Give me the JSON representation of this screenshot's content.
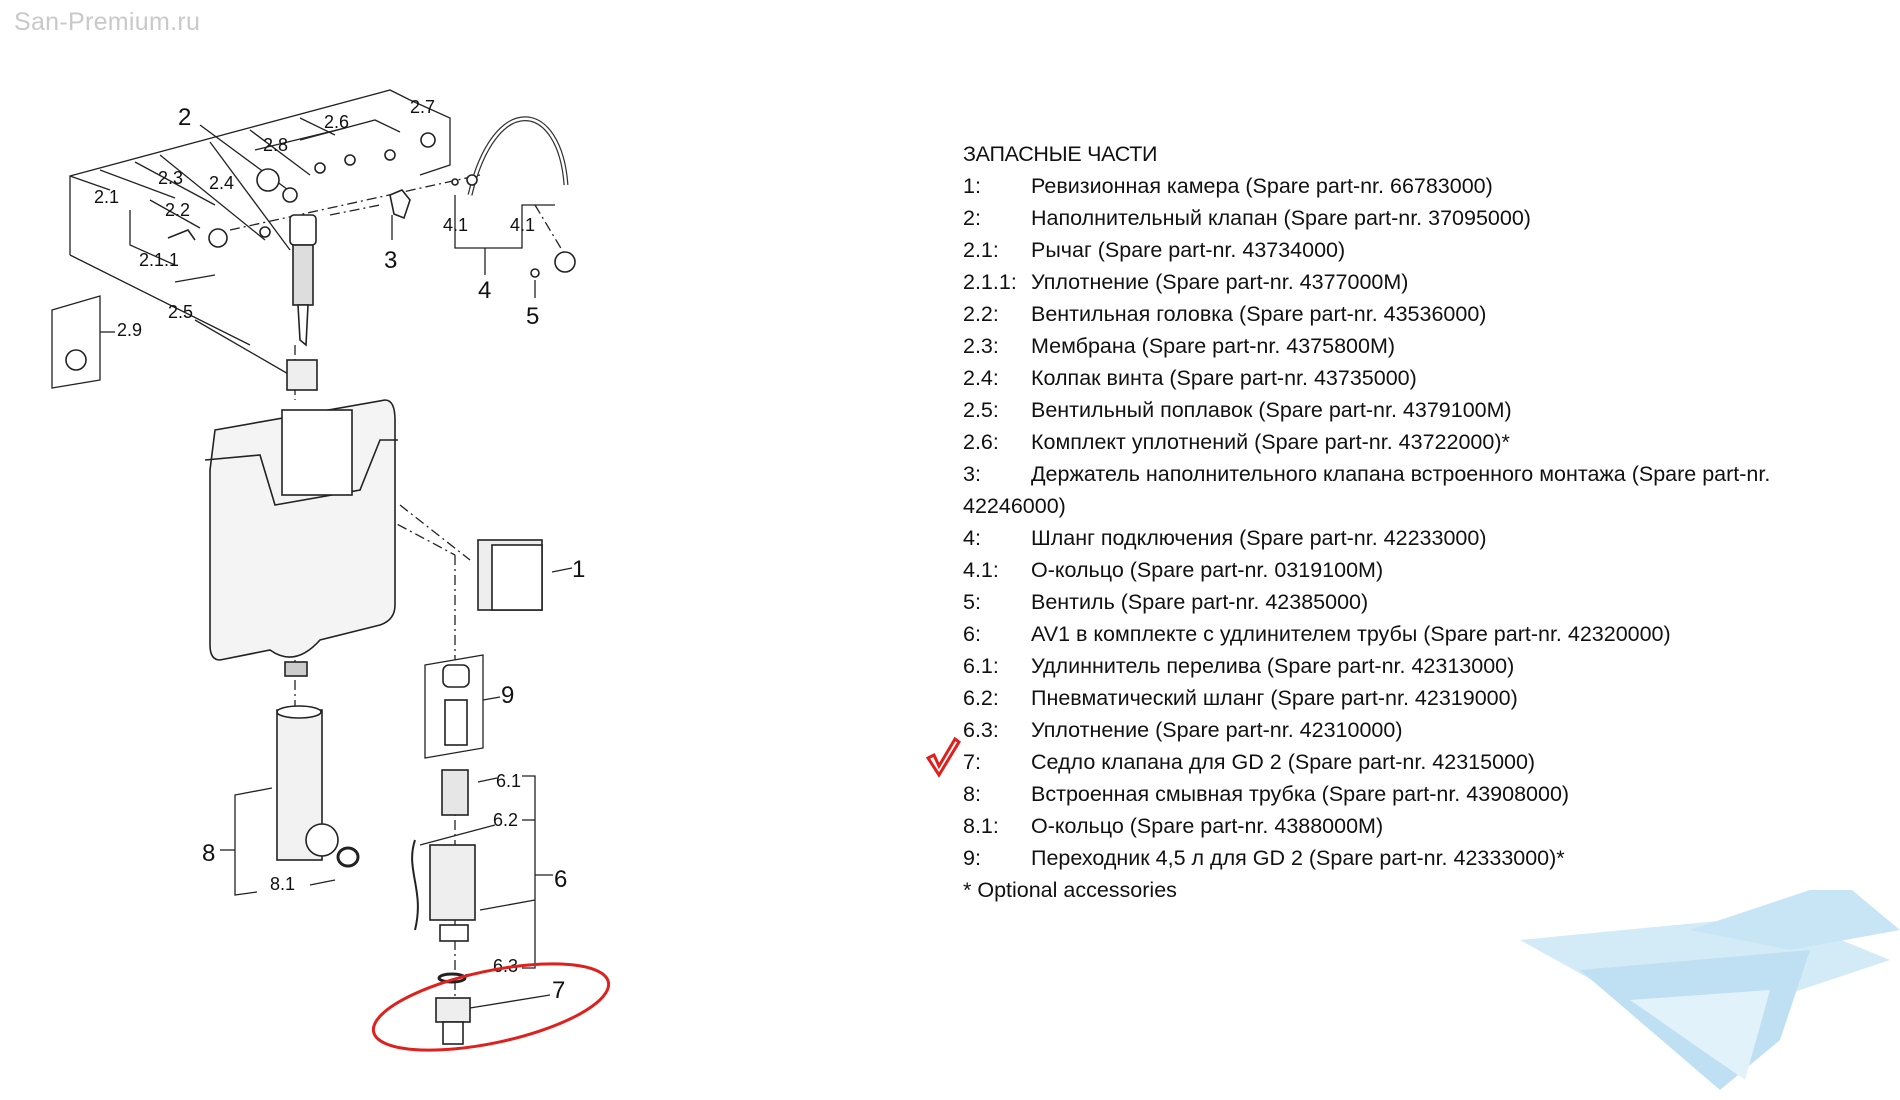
{
  "watermark": "San-Premium.ru",
  "parts_list": {
    "title": "ЗАПАСНЫЕ ЧАСТИ",
    "items": [
      {
        "num": "1:",
        "text": "Ревизионная камера (Spare part-nr. 66783000)"
      },
      {
        "num": "2:",
        "text": "Наполнительный клапан (Spare part-nr. 37095000)"
      },
      {
        "num": "2.1:",
        "text": "Рычаг (Spare part-nr. 43734000)"
      },
      {
        "num": "2.1.1:",
        "text": "Уплотнение (Spare part-nr. 4377000M)"
      },
      {
        "num": "2.2:",
        "text": "Вентильная головка (Spare part-nr. 43536000)"
      },
      {
        "num": "2.3:",
        "text": "Мембрана (Spare part-nr. 4375800M)"
      },
      {
        "num": "2.4:",
        "text": "Колпак винта (Spare part-nr. 43735000)"
      },
      {
        "num": "2.5:",
        "text": "Вентильный поплавок (Spare part-nr. 4379100M)"
      },
      {
        "num": "2.6:",
        "text": "Комплект уплотнений (Spare part-nr. 43722000)*"
      },
      {
        "num": "3:",
        "text": "Держатель наполнительного клапана встроенного монтажа (Spare part-nr. 42246000)"
      },
      {
        "num": "4:",
        "text": "Шланг подключения (Spare part-nr. 42233000)"
      },
      {
        "num": "4.1:",
        "text": "О-кольцо (Spare part-nr. 0319100M)"
      },
      {
        "num": "5:",
        "text": "Вентиль (Spare part-nr. 42385000)"
      },
      {
        "num": "6:",
        "text": "AV1 в комплекте с удлинителем трубы (Spare part-nr. 42320000)"
      },
      {
        "num": "6.1:",
        "text": "Удлиннитель перелива (Spare part-nr. 42313000)"
      },
      {
        "num": "6.2:",
        "text": "Пневматический шланг (Spare part-nr. 42319000)"
      },
      {
        "num": "6.3:",
        "text": "Уплотнение (Spare part-nr. 42310000)"
      },
      {
        "num": "7:",
        "text": "Седло клапана для GD 2 (Spare part-nr. 42315000)"
      },
      {
        "num": "8:",
        "text": "Встроенная смывная трубка (Spare part-nr. 43908000)"
      },
      {
        "num": "8.1:",
        "text": "О-кольцо (Spare part-nr. 4388000M)"
      },
      {
        "num": "9:",
        "text": "Переходник 4,5 л для GD 2 (Spare part-nr. 42333000)*"
      }
    ],
    "footnote": "* Optional accessories"
  },
  "diagram": {
    "labels": [
      "2",
      "2.7",
      "2.6",
      "2.8",
      "2.3",
      "2.4",
      "2.1",
      "2.2",
      "2.1.1",
      "3",
      "4.1",
      "4.1",
      "4",
      "5",
      "2.5",
      "2.9",
      "1",
      "9",
      "6.1",
      "6.2",
      "8",
      "8.1",
      "6",
      "6.3",
      "7"
    ]
  },
  "highlight": {
    "item": "7",
    "color": "#e0201c"
  },
  "logo": {
    "icon": "bathtub-logo",
    "color": "#bfe0f2"
  }
}
